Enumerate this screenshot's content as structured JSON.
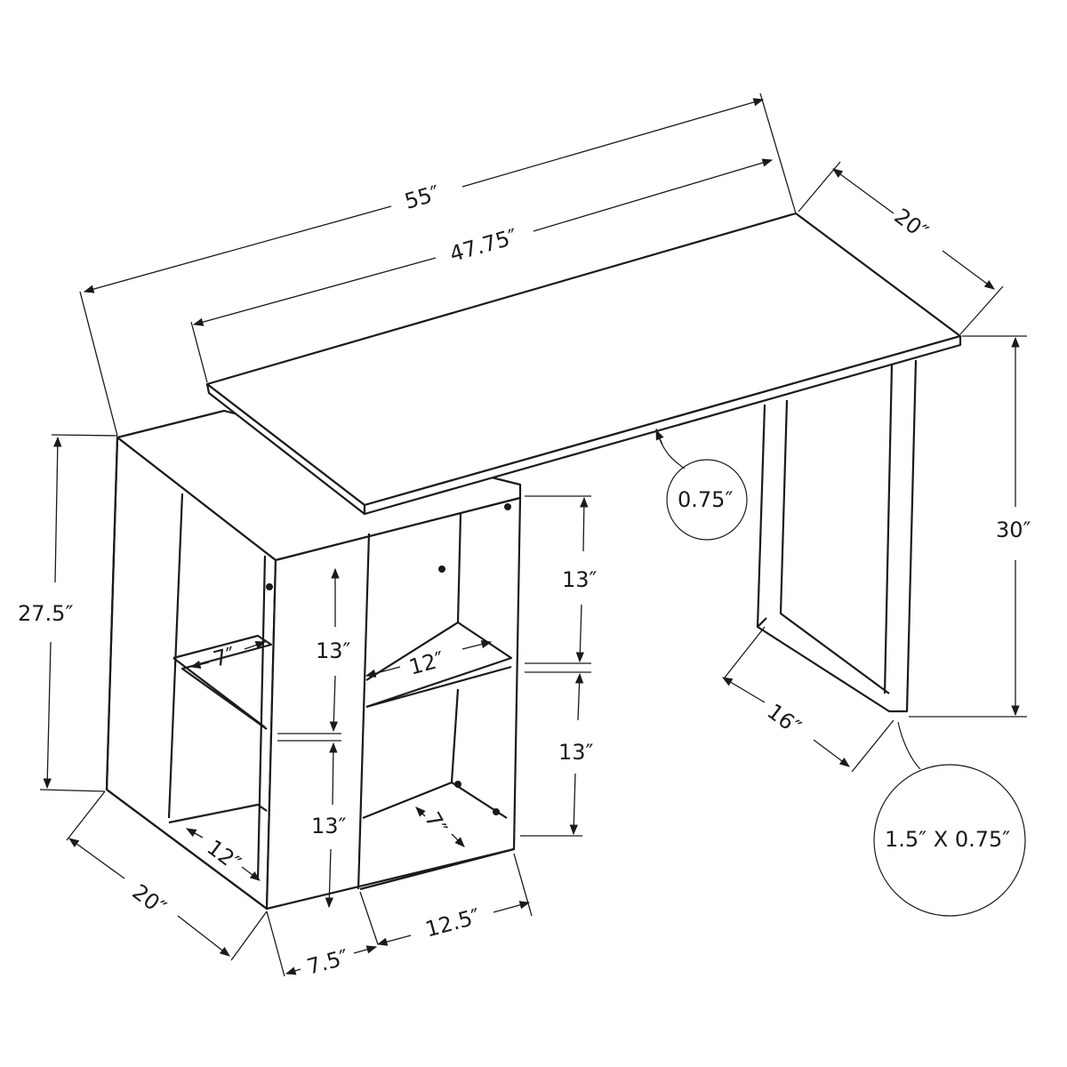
{
  "diagram": {
    "subject": "L-shaped desk with side shelving unit",
    "colors": {
      "line": "#1a1a1a",
      "background": "#ffffff"
    },
    "dimensions": {
      "overall_length": "55″",
      "top_length": "47.75″",
      "top_depth": "20″",
      "desk_height": "30″",
      "top_thickness": "0.75″",
      "leg_depth": "16″",
      "leg_profile": "1.5″ X 0.75″",
      "shelf_unit_height": "27.5″",
      "shelf_unit_depth": "20″",
      "left_upper_shelf_width": "7″",
      "left_bottom_depth": "12″",
      "left_upper_height": "13″",
      "left_lower_height": "13″",
      "right_upper_height": "13″",
      "right_lower_height": "13″",
      "right_shelf_width": "12″",
      "right_bottom_depth": "7″",
      "divider_offset": "7.5″",
      "right_bay_width": "12.5″"
    }
  }
}
